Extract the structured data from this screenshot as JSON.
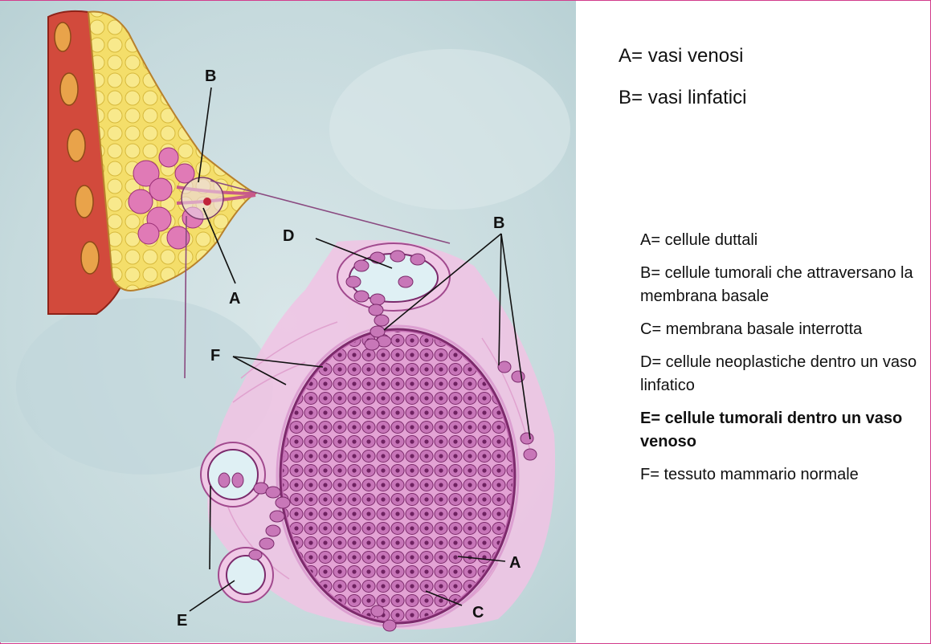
{
  "diagram": {
    "labels": {
      "B_top": "B",
      "A_top": "A",
      "D": "D",
      "B_right": "B",
      "F": "F",
      "E": "E",
      "A_bottom": "A",
      "C": "C"
    }
  },
  "legend_top": [
    {
      "text": "A= vasi venosi"
    },
    {
      "text": "B= vasi linfatici"
    }
  ],
  "legend_right": [
    {
      "text": "A= cellule duttali"
    },
    {
      "text": "B= cellule tumorali che attraversano la membrana basale"
    },
    {
      "text": "C= membrana basale interrotta"
    },
    {
      "text": "D= cellule neoplastiche dentro un vaso linfatico"
    },
    {
      "text": "E= cellule tumorali dentro un vaso venoso"
    },
    {
      "text": "F= tessuto mammario normale"
    }
  ],
  "colors": {
    "background": "#cfdfe3",
    "tissue_pink": "#e58fc8",
    "cell_fill": "#c879b9",
    "nucleus": "#8a2f77",
    "muscle": "#c43a2f",
    "fat": "#f2d957",
    "frame": "#d23c8c"
  }
}
